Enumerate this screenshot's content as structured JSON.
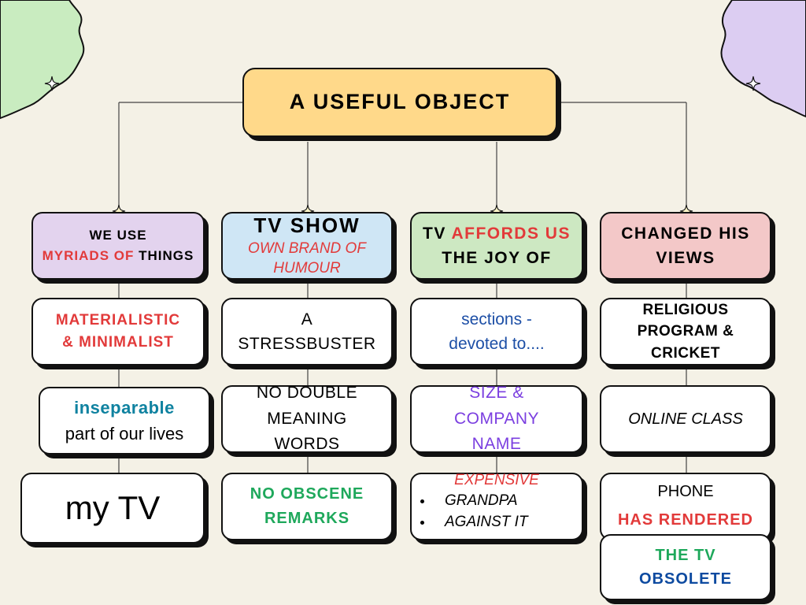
{
  "palette": {
    "root": "#ffd98a",
    "col1": "#e3d3ee",
    "col2": "#cfe6f5",
    "col3": "#cde8c2",
    "col4": "#f3c8c8",
    "blob_left": "#c9ecc0",
    "blob_right": "#dccdf2",
    "accent_red": "#e23a3a",
    "accent_green": "#1ea85b",
    "accent_navy": "#0d4aa0",
    "accent_purple": "#7b3fe0"
  },
  "root": {
    "label": "A USEFUL OBJECT"
  },
  "columns": [
    {
      "header": {
        "line1": "WE USE",
        "line2_red": "MYRIADS OF",
        "line2_rest": "THINGS"
      },
      "items": [
        {
          "line1": "MATERIALISTIC",
          "line2": "& MINIMALIST"
        },
        {
          "line1": "inseparable",
          "line2": "part of our lives"
        },
        {
          "text": "my TV"
        }
      ]
    },
    {
      "header": {
        "title": "TV SHOW",
        "sub1": "OWN BRAND OF",
        "sub2": "HUMOUR"
      },
      "items": [
        {
          "line1": "A",
          "line2": "STRESSBUSTER"
        },
        {
          "line1": "NO DOUBLE",
          "line2": "MEANING",
          "line3": "WORDS"
        },
        {
          "line1": "NO OBSCENE",
          "line2": "REMARKS"
        }
      ]
    },
    {
      "header": {
        "line1_a": "TV",
        "line1_red": "AFFORDS US",
        "line2": "THE JOY OF"
      },
      "items": [
        {
          "line1": "sections -",
          "line2": "devoted to...."
        },
        {
          "line1": "SIZE &",
          "line2": "COMPANY",
          "line3": "NAME"
        },
        {
          "top": "EXPENSIVE",
          "bullets": [
            "GRANDPA",
            "AGAINST IT"
          ]
        }
      ]
    },
    {
      "header": {
        "line1": "CHANGED HIS",
        "line2": "VIEWS"
      },
      "items": [
        {
          "line1": "RELIGIOUS",
          "line2": "PROGRAM &",
          "line3": "CRICKET"
        },
        {
          "text": "ONLINE CLASS"
        },
        {
          "line1": "PHONE",
          "line2": "HAS RENDERED"
        },
        {
          "line1": "THE TV",
          "line2": "OBSOLETE"
        }
      ]
    }
  ]
}
